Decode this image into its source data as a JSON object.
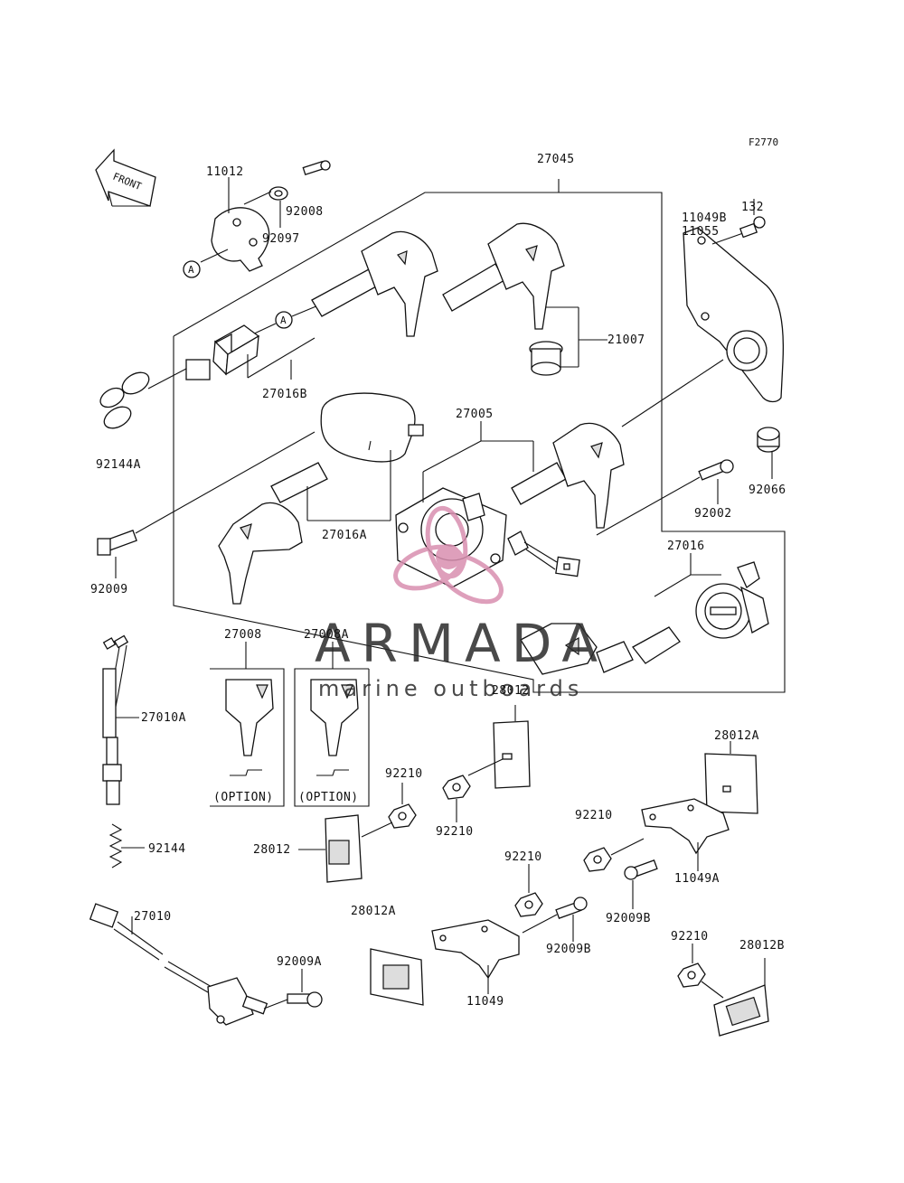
{
  "figure_code": "F2770",
  "front_label": "FRONT",
  "ref_marker": "A",
  "option_label": "(OPTION)",
  "watermark": {
    "brand": "ARMADA",
    "tagline": "marine outboards",
    "brand_color": "#2a2a2a",
    "accent_color": "#d98fb0"
  },
  "parts": {
    "p11012": "11012",
    "p92008": "92008",
    "p92097": "92097",
    "p27045": "27045",
    "p11049B": "11049B",
    "p11055": "11055",
    "p132": "132",
    "p21007": "21007",
    "p27016B": "27016B",
    "p92144A": "92144A",
    "p27005": "27005",
    "p92066": "92066",
    "p92002": "92002",
    "p27016A": "27016A",
    "p92009": "92009",
    "p27016": "27016",
    "p27008": "27008",
    "p27008A": "27008A",
    "p28012_top": "28012",
    "p27010A": "27010A",
    "p28012A_right": "28012A",
    "p92210_a": "92210",
    "p92210_b": "92210",
    "p92210_c": "92210",
    "p92210_d": "92210",
    "p92210_e": "92210",
    "p28012_left": "28012",
    "p92144": "92144",
    "p11049A": "11049A",
    "p28012A_bottom": "28012A",
    "p92009B_a": "92009B",
    "p92009B_b": "92009B",
    "p27010": "27010",
    "p92009A": "92009A",
    "p28012B": "28012B",
    "p11049": "11049"
  }
}
